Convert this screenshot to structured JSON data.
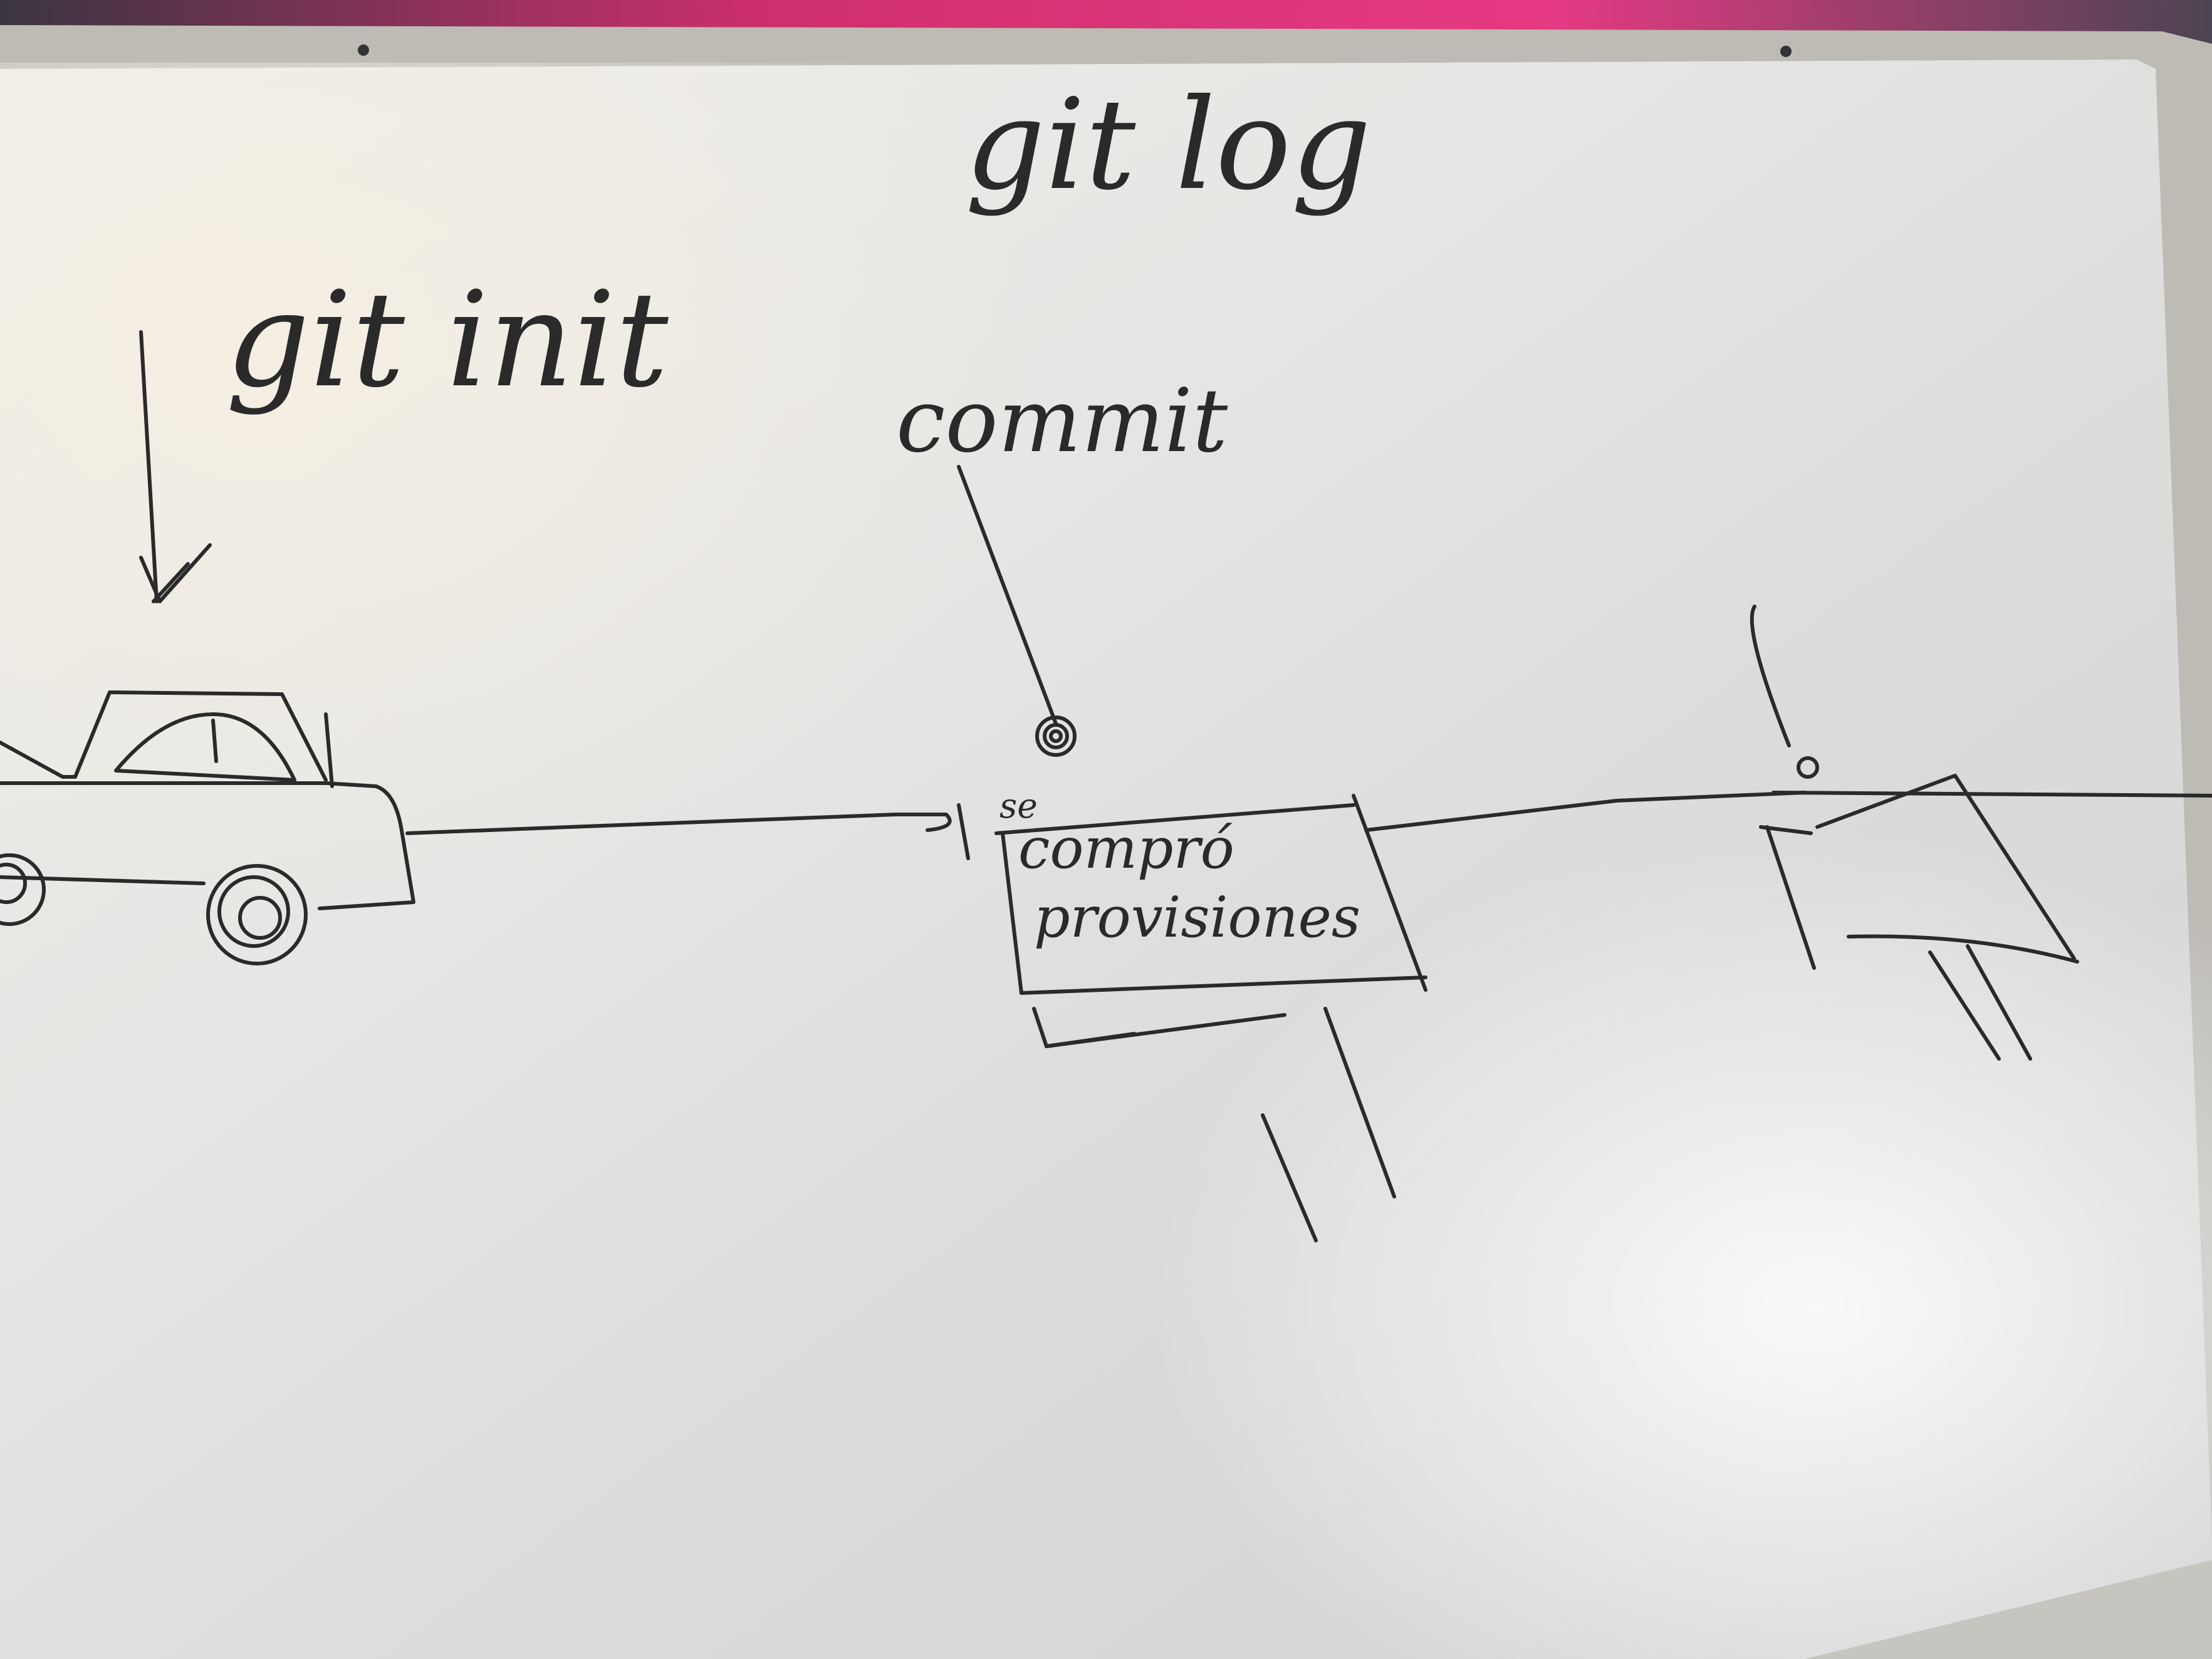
{
  "photo": {
    "subject": "whiteboard",
    "ink_color": "#2a2a2a",
    "board_color": "#e9e9e7",
    "frame_color": "#b9b7b0",
    "background_accent": "#e0357a"
  },
  "board": {
    "title": "git log",
    "init_label": "git init",
    "commit_label": "commit",
    "sign_line1": "se",
    "sign_line2": "compró",
    "sign_line3": "provisiones"
  }
}
